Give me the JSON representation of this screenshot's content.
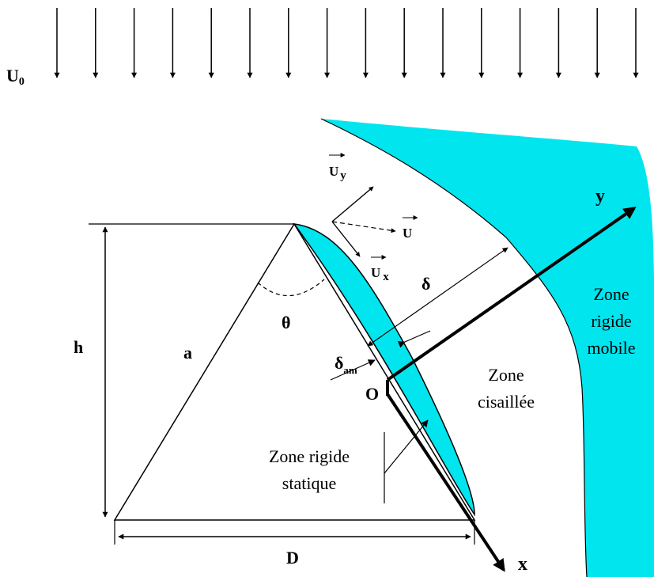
{
  "flow": {
    "label": "U",
    "subscript": "0",
    "arrow_count": 16
  },
  "geometry": {
    "height_label": "h",
    "side_label": "a",
    "base_label": "D",
    "angle_label": "θ",
    "origin_label": "O",
    "x_axis_label": "x",
    "y_axis_label": "y"
  },
  "thickness": {
    "delta_label": "δ",
    "delta_am_label": "δ",
    "delta_am_subscript": "am"
  },
  "velocity": {
    "u_label": "U",
    "uy_label": "U",
    "uy_subscript": "y",
    "ux_label": "U",
    "ux_subscript": "x"
  },
  "zones": {
    "mobile": [
      "Zone",
      "rigide",
      "mobile"
    ],
    "sheared": [
      "Zone",
      "cisaillée"
    ],
    "static": [
      "Zone rigide",
      "statique"
    ]
  },
  "colors": {
    "fill": "#00e5ee",
    "line": "#000000"
  }
}
